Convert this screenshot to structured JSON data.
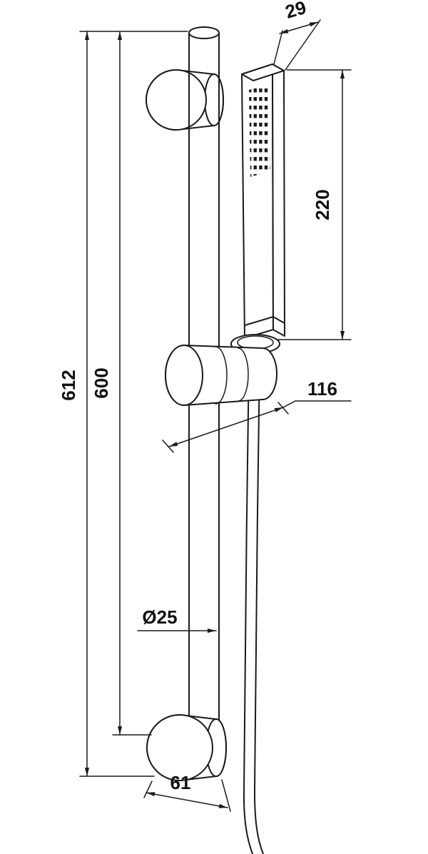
{
  "drawing": {
    "line_color": "#1a1a1a",
    "background_color": "#ffffff"
  },
  "dimensions": {
    "handset_width": "29",
    "handset_length": "220",
    "overall_height": "612",
    "rail_length": "600",
    "holder_reach": "116",
    "rail_diameter": "Ø25",
    "bracket_width": "61"
  }
}
